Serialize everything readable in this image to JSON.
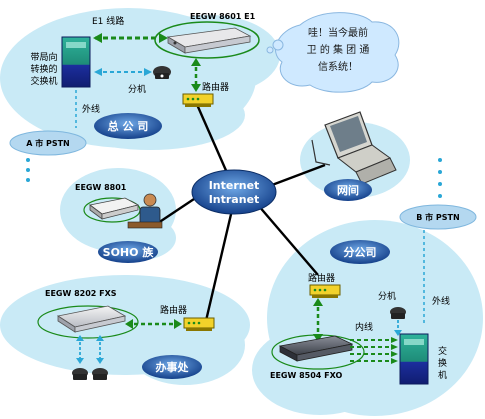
{
  "labels": {
    "e1_line": "E1 线路",
    "eegw_8601": "EEGW 8601 E1",
    "exchange_left": [
      "带局向",
      "转换的",
      "交换机"
    ],
    "ext_left": "分机",
    "router_hq": "路由器",
    "outside_left": "外线",
    "hq": "总 公 司",
    "pstn_a": "A 市 PSTN",
    "bubble": [
      "哇！当今最前",
      "卫 的 集 团 通",
      "信系统！"
    ],
    "eegw_8801": "EEGW 8801",
    "internet": [
      "Internet",
      "Intranet"
    ],
    "cafe": "网间",
    "soho": "SOHO 族",
    "branch": "分公司",
    "pstn_b": "B 市 PSTN",
    "eegw_8202": "EEGW 8202 FXS",
    "router_office": "路由器",
    "office": "办事处",
    "router_branch": "路由器",
    "ext_branch": "分机",
    "outside_branch": "外线",
    "inside_branch": "内线",
    "eegw_8504": "EEGW 8504 FXO",
    "exchange_branch": [
      "交",
      "换",
      "机"
    ]
  },
  "colors": {
    "cloud": "#c9eaf6",
    "cloud_edge": "#b0dcef",
    "green_dash": "#1a8a1a",
    "cyan_dash": "#2aa7d6",
    "node_blue": "#1f5fa8",
    "router_yellow": "#f2d22a",
    "exchange_green": "#1e8c78",
    "exchange_blue": "#1c2e9e",
    "bubble": "#cfe9ff"
  }
}
